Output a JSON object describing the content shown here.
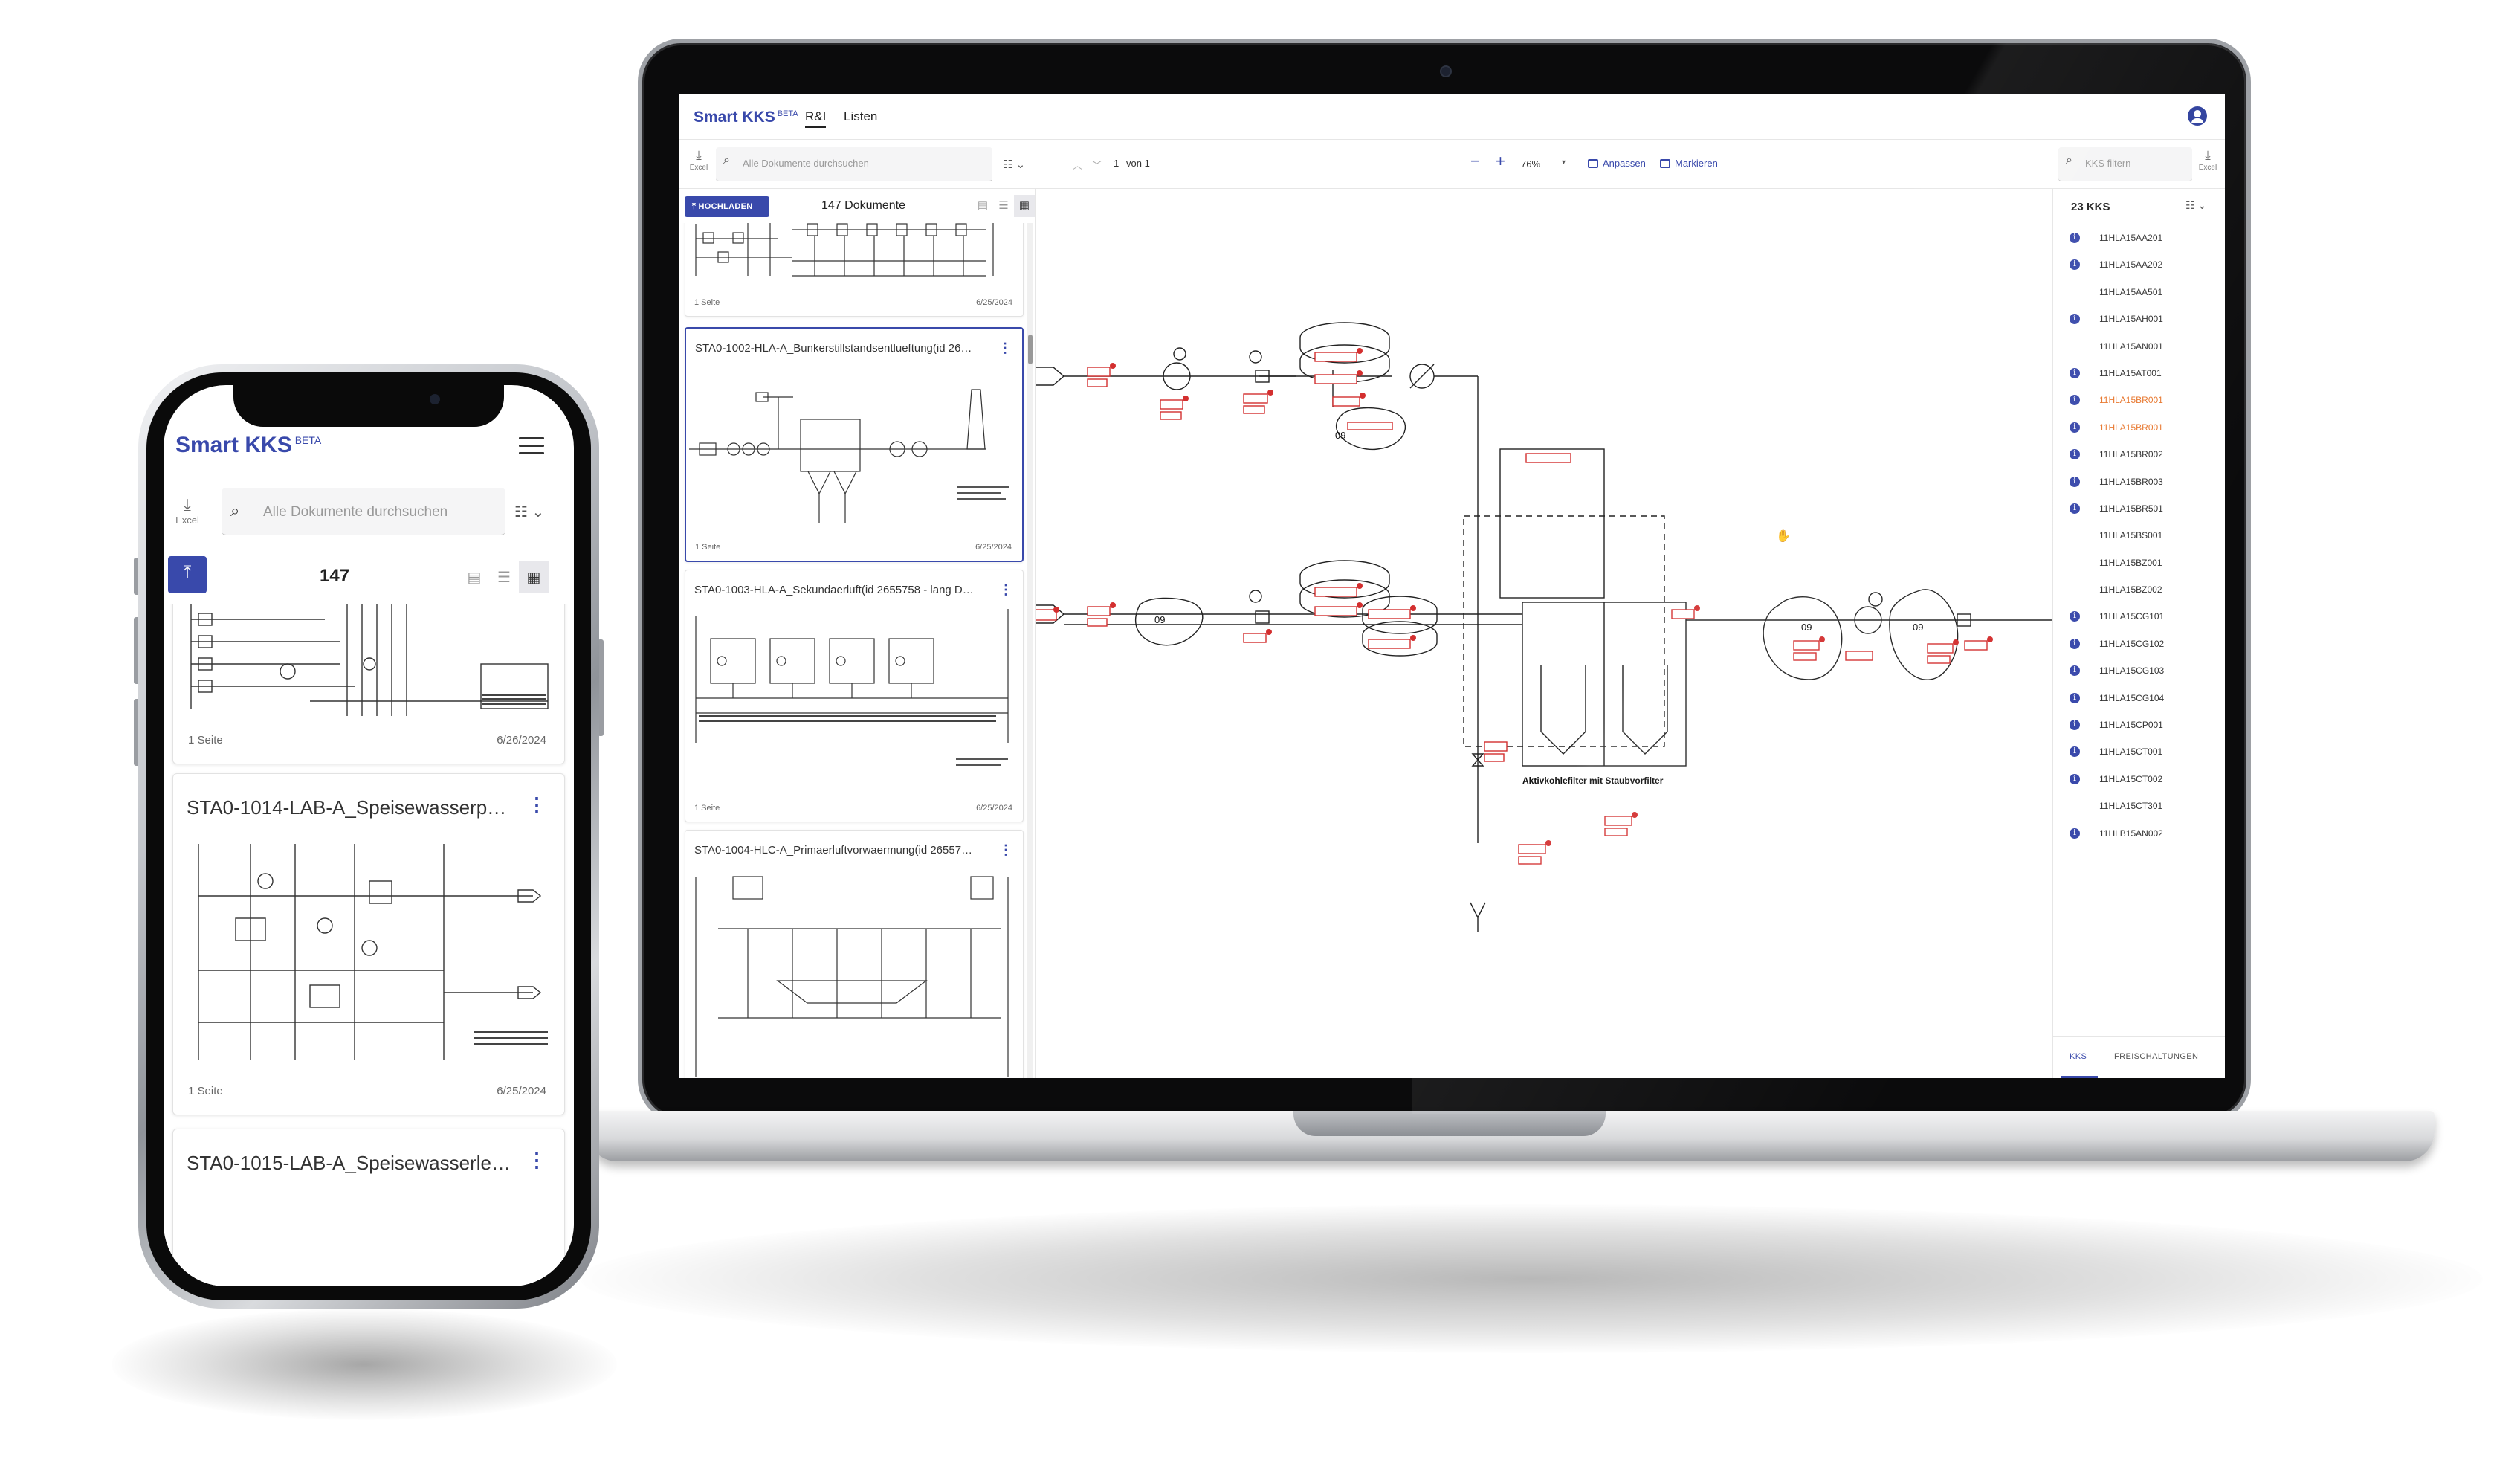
{
  "app": {
    "brand": "Smart KKS",
    "badge": "BETA",
    "tabs": [
      "R&I",
      "Listen"
    ]
  },
  "toolbar": {
    "excel_label": "Excel",
    "search_placeholder": "Alle Dokumente durchsuchen",
    "page_current": "1",
    "page_of": "von 1",
    "zoom": "76%",
    "fit_label": "Anpassen",
    "mark_label": "Markieren",
    "kks_filter_placeholder": "KKS filtern"
  },
  "left_panel": {
    "upload_label": "HOCHLADEN",
    "doc_count_label": "147 Dokumente",
    "documents": [
      {
        "title": "",
        "pages": "1 Seite",
        "date": "6/25/2024"
      },
      {
        "title": "STA0-1002-HLA-A_Bunkerstillstandsentlueftung(id 26…",
        "pages": "1 Seite",
        "date": "6/25/2024"
      },
      {
        "title": "STA0-1003-HLA-A_Sekundaerluft(id 2655758 - lang D…",
        "pages": "1 Seite",
        "date": "6/25/2024"
      },
      {
        "title": "STA0-1004-HLC-A_Primaerluftvorwaermung(id 26557…",
        "pages": "",
        "date": ""
      }
    ]
  },
  "diagram": {
    "filter_label": "Aktivkohlefilter mit Staubvorfilter",
    "zone_labels": [
      "09",
      "09",
      "09",
      "09"
    ]
  },
  "right_panel": {
    "count_label": "23 KKS",
    "items": [
      {
        "code": "11HLA15AA201",
        "info": true,
        "highlight": false
      },
      {
        "code": "11HLA15AA202",
        "info": true,
        "highlight": false
      },
      {
        "code": "11HLA15AA501",
        "info": false,
        "highlight": false
      },
      {
        "code": "11HLA15AH001",
        "info": true,
        "highlight": false
      },
      {
        "code": "11HLA15AN001",
        "info": false,
        "highlight": false
      },
      {
        "code": "11HLA15AT001",
        "info": true,
        "highlight": false
      },
      {
        "code": "11HLA15BR001",
        "info": true,
        "highlight": true
      },
      {
        "code": "11HLA15BR001",
        "info": true,
        "highlight": true
      },
      {
        "code": "11HLA15BR002",
        "info": true,
        "highlight": false
      },
      {
        "code": "11HLA15BR003",
        "info": true,
        "highlight": false
      },
      {
        "code": "11HLA15BR501",
        "info": true,
        "highlight": false
      },
      {
        "code": "11HLA15BS001",
        "info": false,
        "highlight": false
      },
      {
        "code": "11HLA15BZ001",
        "info": false,
        "highlight": false
      },
      {
        "code": "11HLA15BZ002",
        "info": false,
        "highlight": false
      },
      {
        "code": "11HLA15CG101",
        "info": true,
        "highlight": false
      },
      {
        "code": "11HLA15CG102",
        "info": true,
        "highlight": false
      },
      {
        "code": "11HLA15CG103",
        "info": true,
        "highlight": false
      },
      {
        "code": "11HLA15CG104",
        "info": true,
        "highlight": false
      },
      {
        "code": "11HLA15CP001",
        "info": true,
        "highlight": false
      },
      {
        "code": "11HLA15CT001",
        "info": true,
        "highlight": false
      },
      {
        "code": "11HLA15CT002",
        "info": true,
        "highlight": false
      },
      {
        "code": "11HLA15CT301",
        "info": false,
        "highlight": false
      },
      {
        "code": "11HLB15AN002",
        "info": true,
        "highlight": false
      }
    ],
    "tabs": [
      "KKS",
      "FREISCHALTUNGEN"
    ]
  },
  "phone": {
    "brand": "Smart KKS",
    "badge": "BETA",
    "excel_label": "Excel",
    "search_placeholder": "Alle Dokumente durchsuchen",
    "count": "147",
    "documents": [
      {
        "title": "",
        "pages": "1 Seite",
        "date": "6/26/2024"
      },
      {
        "title": "STA0-1014-LAB-A_Speisewasserpu…",
        "pages": "1 Seite",
        "date": "6/25/2024"
      },
      {
        "title": "STA0-1015-LAB-A_Speisewasserleit…",
        "pages": "",
        "date": ""
      }
    ]
  },
  "colors": {
    "accent": "#3949ab",
    "highlight": "#e8772e",
    "tag_red": "#d32f2f"
  }
}
